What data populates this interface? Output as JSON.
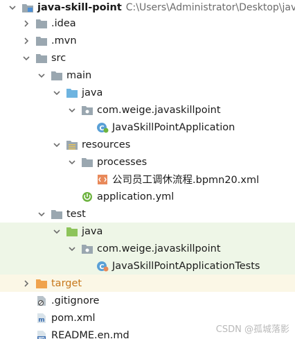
{
  "project": {
    "name": "java-skill-point",
    "path": "C:\\Users\\Administrator\\Desktop\\jav"
  },
  "tree": {
    "idea": ".idea",
    "mvn": ".mvn",
    "src": "src",
    "main": "main",
    "main_java": "java",
    "main_package": "com.weige.javaskillpoint",
    "main_class": "JavaSkillPointApplication",
    "resources": "resources",
    "processes": "processes",
    "bpmn_file": "公司员工调休流程.bpmn20.xml",
    "app_yml": "application.yml",
    "test": "test",
    "test_java": "java",
    "test_package": "com.weige.javaskillpoint",
    "test_class": "JavaSkillPointApplicationTests",
    "target": "target",
    "gitignore": ".gitignore",
    "pom": "pom.xml",
    "readme": "README.en.md"
  },
  "watermark": "CSDN @孤城落影",
  "colors": {
    "folder_gray": "#9aa7b0",
    "folder_source": "#6eb4e0",
    "folder_test": "#8dc45a",
    "folder_target": "#f0a34d",
    "test_bg": "#eef6e7",
    "target_bg": "#fbf7e6"
  }
}
